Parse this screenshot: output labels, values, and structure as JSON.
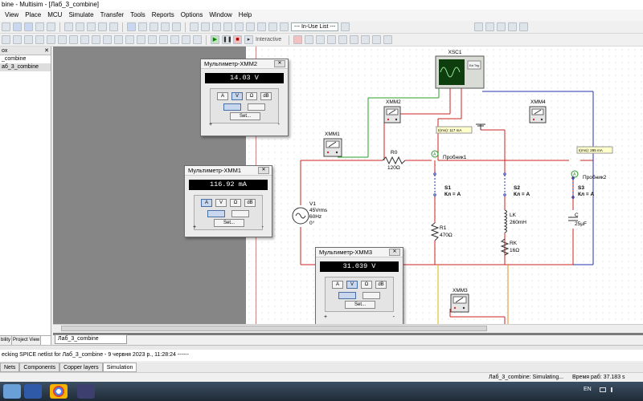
{
  "window": {
    "title": "bine - Multisim - [Лаб_3_combine]"
  },
  "menu": [
    "View",
    "Place",
    "MCU",
    "Simulate",
    "Transfer",
    "Tools",
    "Reports",
    "Options",
    "Window",
    "Help"
  ],
  "toolbar": {
    "inuse_label": "--- In-Use List ---",
    "interactive_label": "Interactive"
  },
  "left_panel": {
    "items": [
      "_combine",
      "аб_3_combine"
    ],
    "tabs": [
      "bility",
      "Project View"
    ]
  },
  "document_tab": "Лаб_3_combine",
  "output": {
    "text": "ecking SPICE netlist for Лаб_3_combine - 9 червня 2023 р., 11:28:24 ------"
  },
  "bottom_tabs": [
    "Nets",
    "Components",
    "Copper layers",
    "Simulation"
  ],
  "status": {
    "message": "Лаб_3_combine: Simulating...",
    "time": "Время раб: 37.183 s"
  },
  "taskbar": {
    "lang": "EN"
  },
  "meters": {
    "xmm2": {
      "title": "Мультиметр-XMM2",
      "value": "14.03 V",
      "active": "V"
    },
    "xmm1": {
      "title": "Мультиметр-XMM1",
      "value": "116.92 mA",
      "active": "A"
    },
    "xmm3": {
      "title": "Мультиметр-XMM3",
      "value": "31.039 V",
      "active": "V"
    },
    "btn_labels": [
      "A",
      "V",
      "Ω",
      "dB"
    ],
    "set_label": "Set...",
    "plus": "+",
    "minus": "-"
  },
  "schematic": {
    "xsc1": "XSC1",
    "xsc_ext": "Ext Trig",
    "xmm1": "XMM1",
    "xmm2": "XMM2",
    "xmm3": "XMM3",
    "xmm4": "XMM4",
    "r0": "R0",
    "r0_val": "120Ω",
    "v1": "V1",
    "v1_a": "45Vrms",
    "v1_b": "60Hz",
    "v1_c": "0°",
    "probe1": "Пробник1",
    "probe2": "Пробник2",
    "probe1_note": "I(rms): 117 mA",
    "probe2_note": "I(rms): 285 mA",
    "s1": "S1",
    "s1_k": "Кл = A",
    "s2": "S2",
    "s2_k": "Кл = A",
    "s3": "S3",
    "s3_k": "Кл = A",
    "r1": "R1",
    "r1_val": "470Ω",
    "lk": "LK",
    "lk_val": "260mH",
    "rk": "RK",
    "rk_val": "16Ω",
    "c": "C",
    "c_val": "25µF"
  },
  "colors": {
    "wire_red": "#cc2222",
    "wire_green": "#2aa02a",
    "wire_blue": "#2233aa",
    "wire_orange": "#e08a1e",
    "wire_yellow": "#d9b400"
  }
}
